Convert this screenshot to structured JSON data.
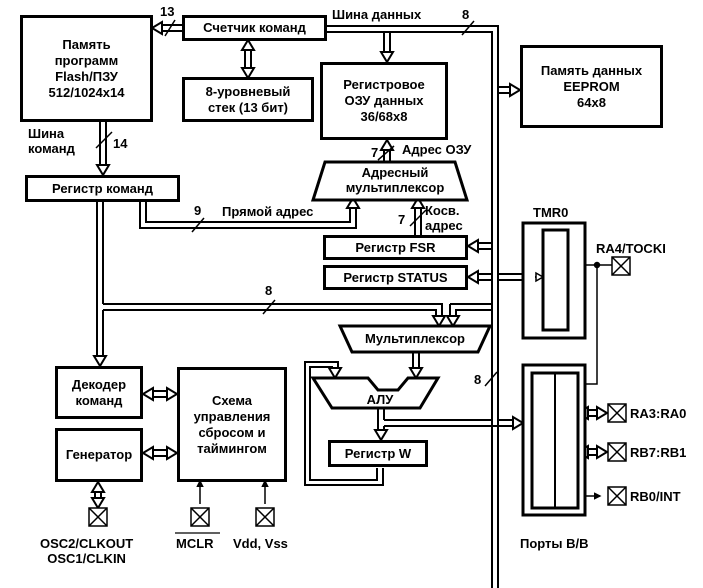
{
  "diagram": {
    "title": "PIC microcontroller block diagram",
    "blocks": {
      "program_memory": "Память\nпрограмм\nFlash/ПЗУ\n512/1024x14",
      "program_counter": "Счетчик команд",
      "stack": "8-уровневый\nстек (13 бит)",
      "register_ram": "Регистровое\nОЗУ данных\n36/68x8",
      "eeprom": "Память данных\nEEPROM\n64x8",
      "instruction_register": "Регистр команд",
      "address_mux": "Адресный\nмультиплексор",
      "fsr_register": "Регистр FSR",
      "status_register": "Регистр STATUS",
      "timer": "TMR0",
      "multiplexer": "Мультиплексор",
      "alu": "АЛУ",
      "w_register": "Регистр W",
      "instruction_decoder": "Декодер\nкоманд",
      "control_circuit": "Схема\nуправления\nсбросом и\nтаймингом",
      "oscillator": "Генератор",
      "io_ports": "Порты В/В"
    },
    "bus_labels": {
      "data_bus": "Шина данных",
      "instruction_bus": "Шина\nкоманд",
      "direct_address": "Прямой адрес",
      "ram_address": "Адрес ОЗУ",
      "indirect_address": "Косв.\nадрес"
    },
    "bus_widths": {
      "pc_to_program_memory": "13",
      "data_bus": "8",
      "instruction_bus": "14",
      "direct_address": "9",
      "ram_address": "7",
      "indirect_address": "7",
      "instruction_to_mux": "8",
      "data_to_ports": "8"
    },
    "pins": {
      "ra4": "RA4/TOCKI",
      "ra3_ra0": "RA3:RA0",
      "rb7_rb1": "RB7:RB1",
      "rb0": "RB0/INT",
      "osc": "OSC2/CLKOUT\nOSC1/CLKIN",
      "mclr": "MCLR",
      "power": "Vdd, Vss"
    }
  }
}
